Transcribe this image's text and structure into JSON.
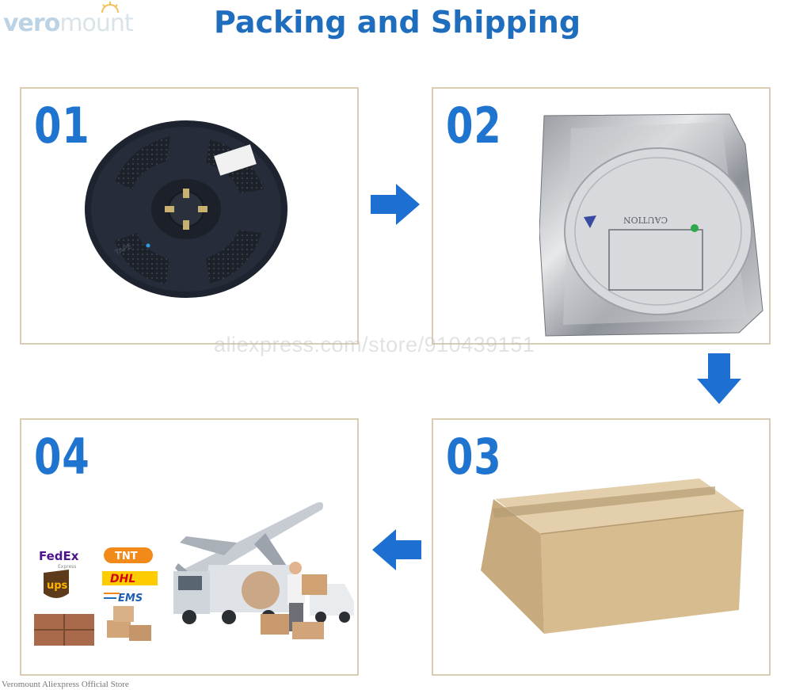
{
  "header": {
    "logo_part_1": "vero",
    "logo_part_2": "mount",
    "title": "Packing and Shipping"
  },
  "steps": [
    {
      "number": "01",
      "content": "reel"
    },
    {
      "number": "02",
      "content": "anti-static-bag"
    },
    {
      "number": "03",
      "content": "carton-box"
    },
    {
      "number": "04",
      "content": "shipping-carriers"
    }
  ],
  "reel": {
    "labels": [
      "TAPE"
    ]
  },
  "bag": {
    "caution_label": "CAUTION"
  },
  "carriers": {
    "fedex": "FedEx",
    "fedex_sub": "Express",
    "tnt": "TNT",
    "ups": "ups",
    "dhl": "DHL",
    "ems": "EMS"
  },
  "watermark": "aliexpress.com/store/910439151",
  "footer": "Veromount Aliexpress Official Store",
  "colors": {
    "title_blue": "#1f6dbd",
    "step_blue": "#1f74cf",
    "arrow_blue": "#1d6fd1",
    "panel_border": "#d9cdb4"
  }
}
